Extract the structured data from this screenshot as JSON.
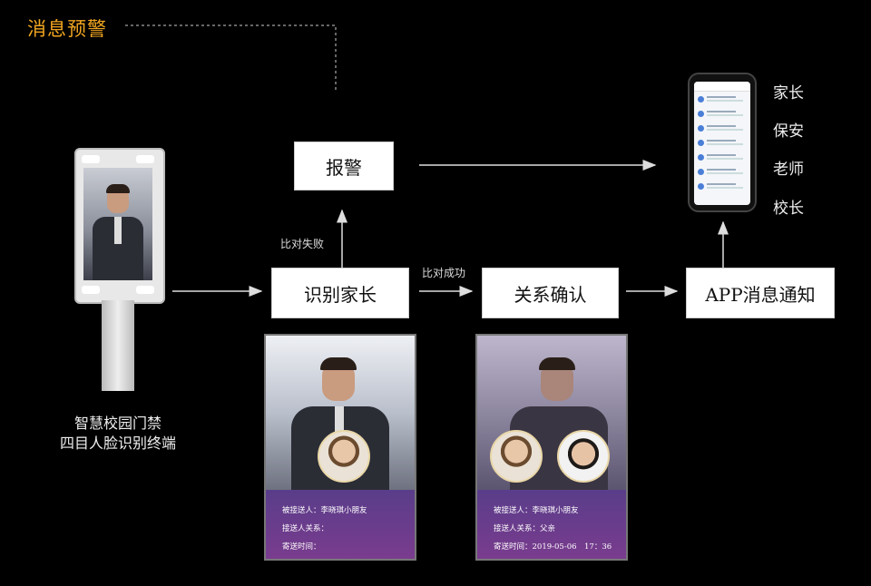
{
  "title": "消息预警",
  "device": {
    "caption_line1": "智慧校园门禁",
    "caption_line2": "四目人脸识别终端"
  },
  "nodes": {
    "alarm": "报警",
    "identify": "识别家长",
    "confirm": "关系确认",
    "notify": "APP消息通知"
  },
  "edge_labels": {
    "fail": "比对失败",
    "success": "比对成功"
  },
  "recipients": [
    "家长",
    "保安",
    "老师",
    "校长"
  ],
  "screen_left": {
    "line1": "被接送人：李晓琪小朋友",
    "line2": "接送人关系：",
    "line3": "寄送时间："
  },
  "screen_right": {
    "line1": "被接送人：李晓琪小朋友",
    "line2": "接送人关系：父亲",
    "line3": "寄送时间：2019-05-06　17：36"
  },
  "colors": {
    "accent": "#f0a520",
    "background": "#000000"
  }
}
